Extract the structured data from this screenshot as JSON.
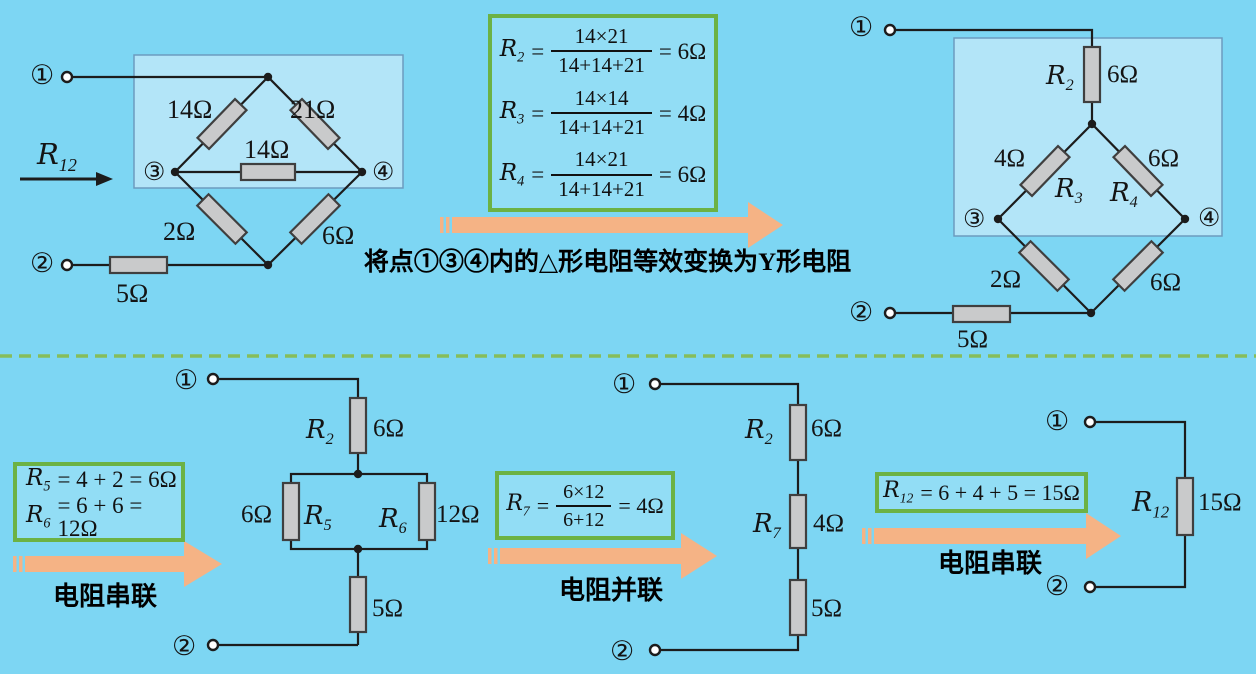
{
  "colors": {
    "background": "#7DD6F3",
    "highlight_fill": "#B3E5F8",
    "accent_green": "#6CB244",
    "divider_green": "#86BD5B",
    "arrow_orange": "#F5B385",
    "resistor_fill": "#C9CACB",
    "wire": "#1C1C1C"
  },
  "captions": {
    "step1": "将点①③④内的△形电阻等效变换为Y形电阻",
    "series1": "电阻串联",
    "parallel": "电阻并联",
    "series2": "电阻串联"
  },
  "top_left": {
    "terminal1": "①",
    "terminal2": "②",
    "node3": "③",
    "node4": "④",
    "r12_arrow": {
      "base": "R",
      "sub": "12"
    },
    "v_tl": "14Ω",
    "v_tr": "21Ω",
    "v_mid": "14Ω",
    "v_bl": "2Ω",
    "v_br": "6Ω",
    "v_series": "5Ω"
  },
  "formula_box1": {
    "rows": [
      {
        "base": "R",
        "sub": "2",
        "eq": "=",
        "num": "14×21",
        "den": "14+14+21",
        "res": "= 6Ω"
      },
      {
        "base": "R",
        "sub": "3",
        "eq": "=",
        "num": "14×14",
        "den": "14+14+21",
        "res": "= 4Ω"
      },
      {
        "base": "R",
        "sub": "4",
        "eq": "=",
        "num": "14×21",
        "den": "14+14+21",
        "res": "= 6Ω"
      }
    ]
  },
  "top_right": {
    "terminal1": "①",
    "terminal2": "②",
    "node3": "③",
    "node4": "④",
    "r2": {
      "base": "R",
      "sub": "2"
    },
    "r3": {
      "base": "R",
      "sub": "3"
    },
    "r4": {
      "base": "R",
      "sub": "4"
    },
    "v_r2": "6Ω",
    "v_r3": "4Ω",
    "v_r4": "6Ω",
    "v_bl": "2Ω",
    "v_br": "6Ω",
    "v_series": "5Ω"
  },
  "bottom_left": {
    "box_rows": [
      {
        "base": "R",
        "sub": "5",
        "rest": "= 4 + 2 = 6Ω"
      },
      {
        "base": "R",
        "sub": "6",
        "rest": "= 6 + 6 = 12Ω"
      }
    ],
    "terminal1": "①",
    "terminal2": "②",
    "r2": {
      "base": "R",
      "sub": "2"
    },
    "r5": {
      "base": "R",
      "sub": "5"
    },
    "r6": {
      "base": "R",
      "sub": "6"
    },
    "v_r2": "6Ω",
    "v_r5": "6Ω",
    "v_r6": "12Ω",
    "v_series": "5Ω"
  },
  "bottom_middle": {
    "box_row": {
      "base": "R",
      "sub": "7",
      "eq": "=",
      "num": "6×12",
      "den": "6+12",
      "res": "= 4Ω"
    },
    "terminal1": "①",
    "terminal2": "②",
    "r2": {
      "base": "R",
      "sub": "2"
    },
    "r7": {
      "base": "R",
      "sub": "7"
    },
    "v_r2": "6Ω",
    "v_r7": "4Ω",
    "v_series": "5Ω"
  },
  "bottom_right": {
    "box_row": {
      "base": "R",
      "sub": "12",
      "rest": "= 6 + 4 + 5 = 15Ω"
    },
    "terminal1": "①",
    "terminal2": "②",
    "r12": {
      "base": "R",
      "sub": "12"
    },
    "v_r12": "15Ω"
  }
}
